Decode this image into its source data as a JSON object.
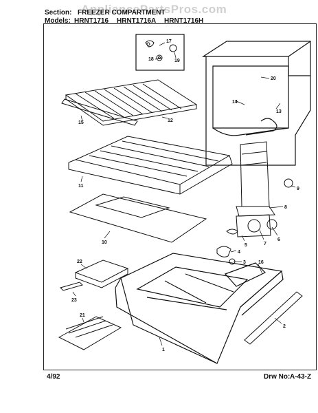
{
  "header": {
    "section_label": "Section:",
    "section_value": "FREEZER COMPARTMENT",
    "models_label": "Models:",
    "models": [
      "HRNT1716",
      "HRNT1716A",
      "HRNT1716H"
    ]
  },
  "watermark": "AppliancePartsPros.com",
  "footer": {
    "date": "4/92",
    "drawing_label": "Drw No:",
    "drawing_number": "A-43-Z"
  },
  "part_labels": [
    "1",
    "2",
    "3",
    "4",
    "5",
    "6",
    "7",
    "8",
    "9",
    "10",
    "11",
    "12",
    "13",
    "14",
    "15",
    "16",
    "17",
    "18",
    "19",
    "20",
    "21",
    "22",
    "23"
  ]
}
